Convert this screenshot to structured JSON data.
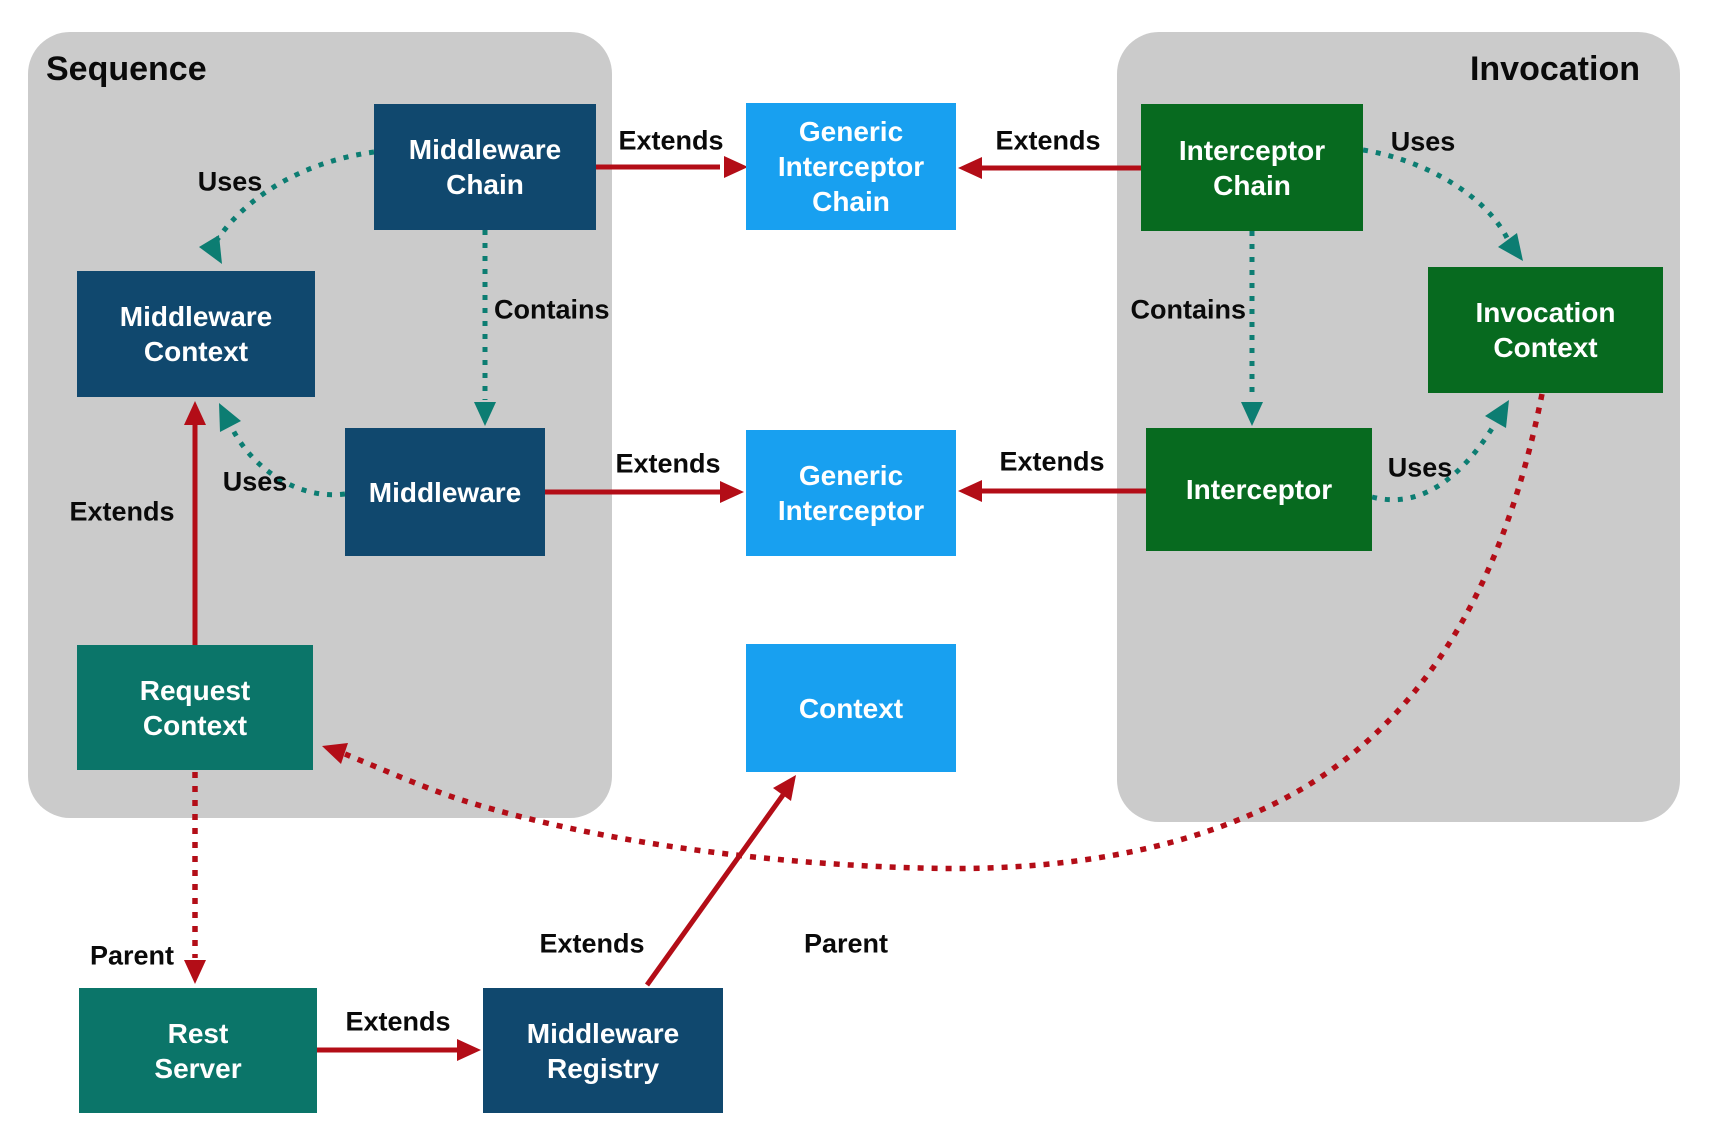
{
  "diagram": {
    "groups": [
      {
        "id": "sequence",
        "label": "Sequence"
      },
      {
        "id": "invocation",
        "label": "Invocation"
      }
    ],
    "nodes": [
      {
        "id": "middleware-chain",
        "label": "Middleware\nChain",
        "group": "sequence",
        "color": "#10486E"
      },
      {
        "id": "generic-interceptor-chain",
        "label": "Generic\nInterceptor\nChain",
        "group": "",
        "color": "#18A0F0"
      },
      {
        "id": "interceptor-chain",
        "label": "Interceptor\nChain",
        "group": "invocation",
        "color": "#076A1F"
      },
      {
        "id": "middleware-context",
        "label": "Middleware\nContext",
        "group": "sequence",
        "color": "#10486E"
      },
      {
        "id": "invocation-context",
        "label": "Invocation\nContext",
        "group": "invocation",
        "color": "#076A1F"
      },
      {
        "id": "middleware",
        "label": "Middleware",
        "group": "sequence",
        "color": "#10486E"
      },
      {
        "id": "generic-interceptor",
        "label": "Generic\nInterceptor",
        "group": "",
        "color": "#18A0F0"
      },
      {
        "id": "interceptor",
        "label": "Interceptor",
        "group": "invocation",
        "color": "#076A1F"
      },
      {
        "id": "request-context",
        "label": "Request\nContext",
        "group": "sequence",
        "color": "#0B7569"
      },
      {
        "id": "context",
        "label": "Context",
        "group": "",
        "color": "#18A0F0"
      },
      {
        "id": "rest-server",
        "label": "Rest\nServer",
        "group": "",
        "color": "#0B7569"
      },
      {
        "id": "middleware-registry",
        "label": "Middleware\nRegistry",
        "group": "",
        "color": "#10486E"
      }
    ],
    "edges": [
      {
        "from": "middleware-chain",
        "to": "generic-interceptor-chain",
        "label": "Extends",
        "type": "extends-solid-red"
      },
      {
        "from": "interceptor-chain",
        "to": "generic-interceptor-chain",
        "label": "Extends",
        "type": "extends-solid-red"
      },
      {
        "from": "middleware",
        "to": "generic-interceptor",
        "label": "Extends",
        "type": "extends-solid-red"
      },
      {
        "from": "interceptor",
        "to": "generic-interceptor",
        "label": "Extends",
        "type": "extends-solid-red"
      },
      {
        "from": "request-context",
        "to": "middleware-context",
        "label": "Extends",
        "type": "extends-solid-red"
      },
      {
        "from": "rest-server",
        "to": "middleware-registry",
        "label": "Extends",
        "type": "extends-solid-red"
      },
      {
        "from": "middleware-registry",
        "to": "context",
        "label": "Extends",
        "type": "extends-solid-red"
      },
      {
        "from": "invocation-context",
        "to": "request-context",
        "label": "Parent",
        "type": "parent-dotted-red"
      },
      {
        "from": "request-context",
        "to": "rest-server",
        "label": "Parent",
        "type": "parent-dotted-red"
      },
      {
        "from": "middleware-chain",
        "to": "middleware-context",
        "label": "Uses",
        "type": "uses-dotted-teal"
      },
      {
        "from": "interceptor-chain",
        "to": "invocation-context",
        "label": "Uses",
        "type": "uses-dotted-teal"
      },
      {
        "from": "middleware",
        "to": "middleware-context",
        "label": "Uses",
        "type": "uses-dotted-teal"
      },
      {
        "from": "interceptor",
        "to": "invocation-context",
        "label": "Uses",
        "type": "uses-dotted-teal"
      },
      {
        "from": "middleware-chain",
        "to": "middleware",
        "label": "Contains",
        "type": "contains-dotted-teal"
      },
      {
        "from": "interceptor-chain",
        "to": "interceptor",
        "label": "Contains",
        "type": "contains-dotted-teal"
      }
    ]
  },
  "theme": {
    "background": "#FFFFFF",
    "group_fill": "#CBCBCB",
    "navy": "#10486E",
    "green": "#076A1F",
    "blue": "#18A0F0",
    "teal": "#0B7569",
    "red_arrow": "#B30D17",
    "teal_arrow": "#0C7D72",
    "label_color": "#0A0A0A",
    "node_text": "#FFFFFF"
  }
}
